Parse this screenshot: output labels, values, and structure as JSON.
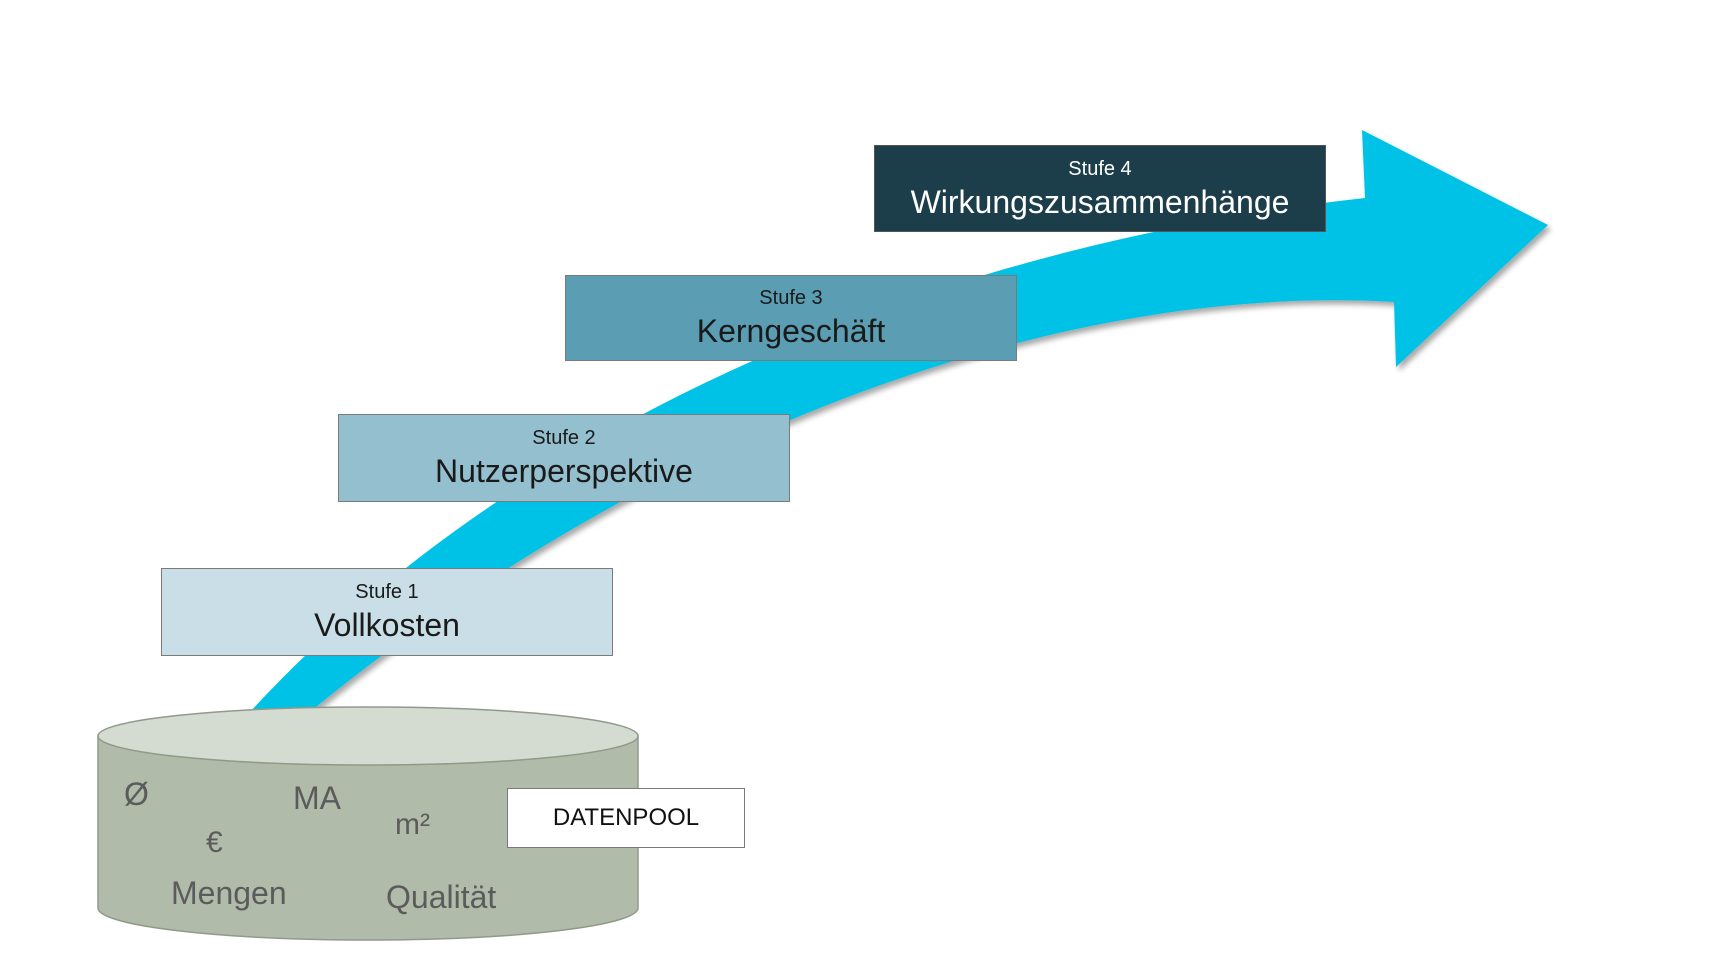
{
  "colors": {
    "arrow": "#00c2e6",
    "stage_1_fill": "#c9dee6",
    "stage_2_fill": "#93bfcf",
    "stage_3_fill": "#5b9db3",
    "stage_4_fill": "#1c3e4a",
    "cylinder_body": "#b0bba9",
    "cylinder_top": "#d4dbd0"
  },
  "stages": [
    {
      "kicker": "Stufe 1",
      "title": "Vollkosten"
    },
    {
      "kicker": "Stufe 2",
      "title": "Nutzerperspektive"
    },
    {
      "kicker": "Stufe 3",
      "title": "Kerngeschäft"
    },
    {
      "kicker": "Stufe 4",
      "title": "Wirkungszusammenhänge"
    }
  ],
  "datapool": {
    "label": "DATENPOOL",
    "tokens": {
      "avg": "Ø",
      "ma": "MA",
      "sqm": "m²",
      "euro": "€",
      "mengen": "Mengen",
      "qualitaet": "Qualität"
    }
  }
}
